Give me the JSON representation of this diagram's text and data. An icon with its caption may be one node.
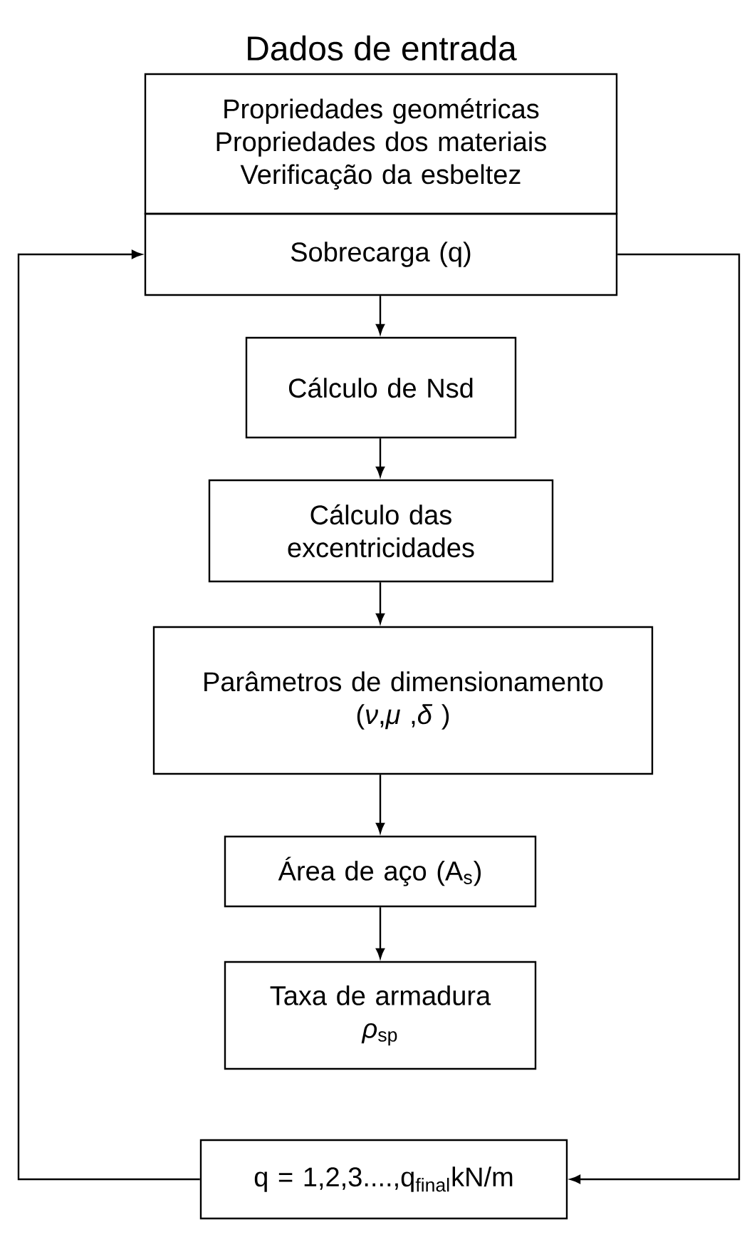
{
  "diagram": {
    "nodes": [
      {
        "text": [
          "Dados de entrada",
          "Propriedades geométricas",
          "Propriedades dos materiais",
          "Verificação da esbeltez"
        ]
      },
      {
        "text": [
          "Sobrecarga (q)"
        ]
      },
      {
        "text": [
          "Cálculo de Nsd"
        ]
      },
      {
        "text": [
          "Cálculo das excentricidades"
        ]
      },
      {
        "text": [
          "Parâmetros de dimensionamento",
          "(*ν*,*μ* ,*δ* )"
        ]
      },
      {
        "text": [
          "Área de aço (A$_{s}$)"
        ]
      },
      {
        "text": [
          "Taxa de armadura",
          "*ρ*$_{sp}$"
        ]
      },
      {
        "text": [
          "q = 1,2,3....,q$_{final}$kN/m"
        ]
      }
    ],
    "edges": [
      {
        "from": 1,
        "to": 2,
        "arrow": "to"
      },
      {
        "from": 2,
        "to": 3,
        "arrow": "to"
      },
      {
        "from": 3,
        "to": 4,
        "arrow": "to"
      },
      {
        "from": 4,
        "to": 5,
        "arrow": "to"
      },
      {
        "from": 5,
        "to": 6,
        "arrow": "to"
      },
      {
        "from": 1,
        "to": 7,
        "arrow": "to"
      },
      {
        "from": 7,
        "to": 1,
        "arrow": "to"
      }
    ]
  }
}
